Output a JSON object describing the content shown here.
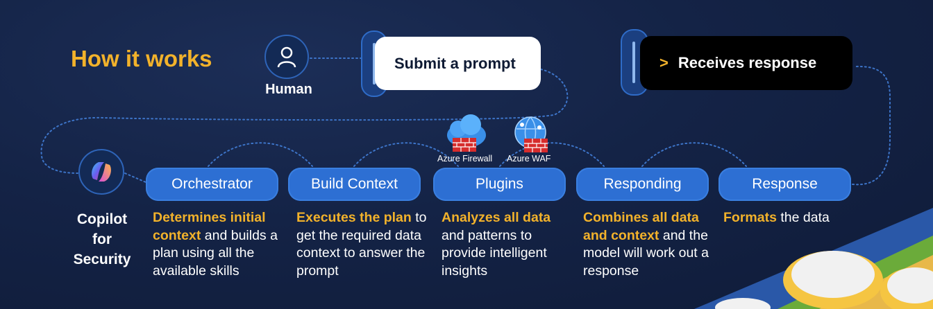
{
  "title": "How it works",
  "human": {
    "label": "Human",
    "icon": "person-icon"
  },
  "submit": {
    "label": "Submit a prompt"
  },
  "receive": {
    "chevron": ">",
    "label": "Receives response"
  },
  "copilot": {
    "label_lines": [
      "Copilot",
      "for",
      "Security"
    ],
    "icon": "copilot-logo-icon"
  },
  "services": [
    {
      "label": "Azure Firewall",
      "icon": "cloud-firewall-icon"
    },
    {
      "label": "Azure WAF",
      "icon": "globe-firewall-icon"
    }
  ],
  "stages": [
    {
      "label": "Orchestrator",
      "highlight": "Determines initial context",
      "rest": " and builds a plan using all the available skills"
    },
    {
      "label": "Build Context",
      "highlight": "Executes the plan",
      "rest": " to get the required data context to answer the prompt"
    },
    {
      "label": "Plugins",
      "highlight": "Analyzes all data",
      "rest": " and patterns to provide intelligent insights"
    },
    {
      "label": "Responding",
      "highlight": "Combines all data and context",
      "rest": " and the model will work out a response"
    },
    {
      "label": "Response",
      "highlight": "Formats",
      "rest": " the data"
    }
  ],
  "colors": {
    "accent": "#f2b22b",
    "stage_fill": "#2d6fd3",
    "background": "#142346"
  }
}
